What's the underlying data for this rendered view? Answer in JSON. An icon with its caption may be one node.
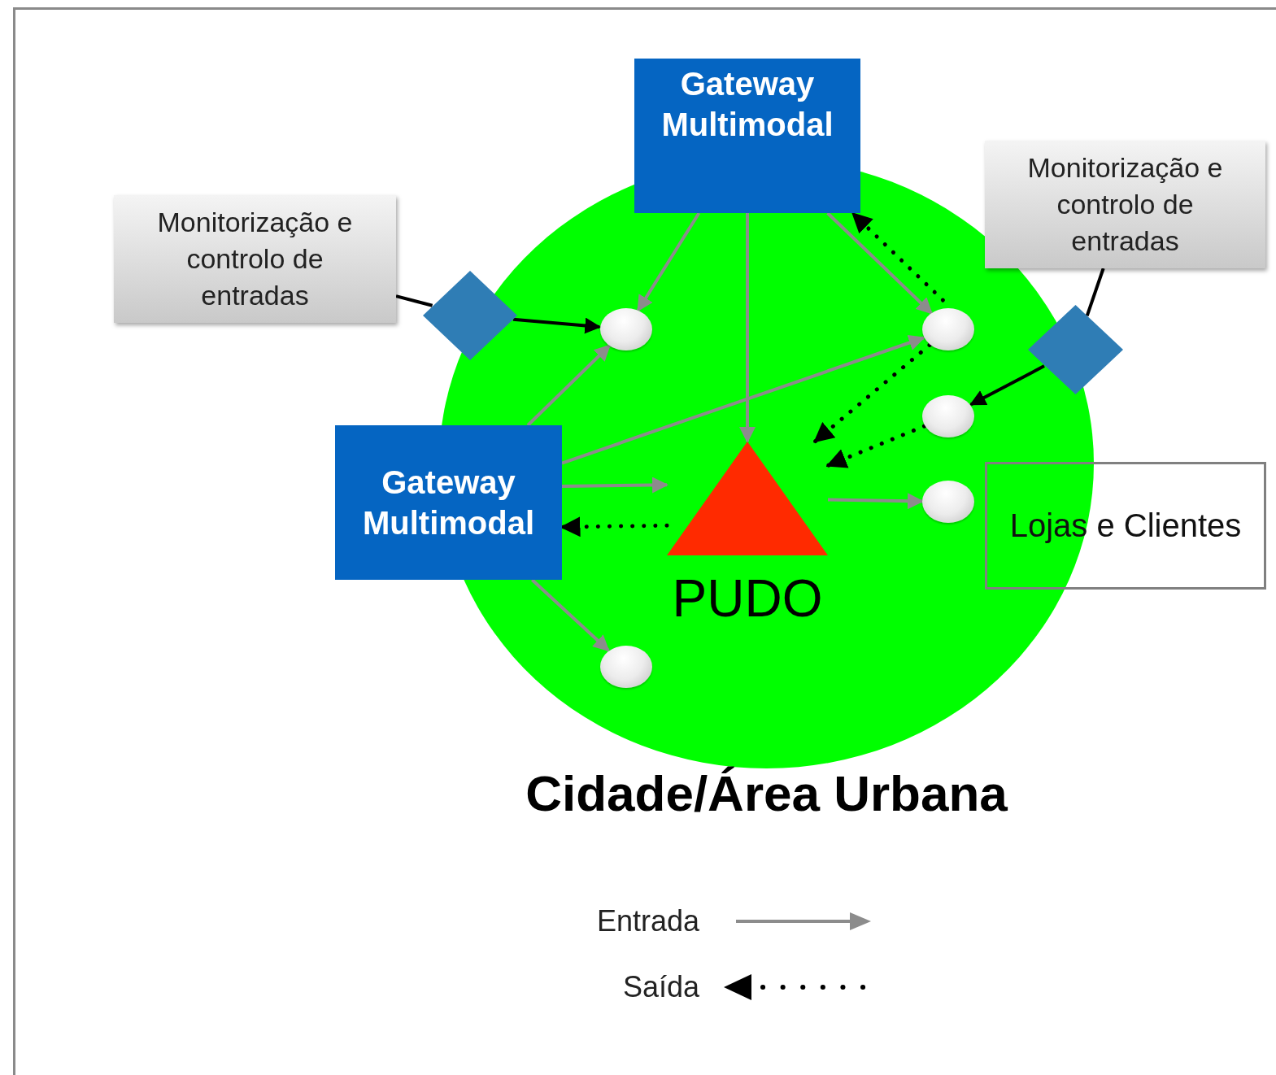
{
  "diagram": {
    "nodes": [
      {
        "text": [
          "Cidade/Área Urbana"
        ]
      },
      {
        "text": [
          "Gateway Multimodal"
        ]
      },
      {
        "text": [
          "Gateway Multimodal"
        ]
      },
      {
        "text": [
          "Monitorização e controlo de entradas"
        ]
      },
      {
        "text": [
          "Monitorização e controlo de entradas"
        ]
      },
      {
        "text": [],
        "shape": "diamond"
      },
      {
        "text": [],
        "shape": "diamond"
      },
      {
        "text": [
          "PUDO"
        ],
        "in": 0
      },
      {
        "text": [
          "Lojas e Clientes"
        ]
      },
      {
        "text": [],
        "shape": "ellipse",
        "in": 0
      },
      {
        "text": [],
        "shape": "ellipse",
        "in": 0
      },
      {
        "text": [],
        "shape": "ellipse",
        "in": 0
      },
      {
        "text": [],
        "shape": "ellipse",
        "in": 0
      },
      {
        "text": [],
        "shape": "ellipse",
        "in": 0
      }
    ],
    "edges": [
      {
        "from": 1,
        "to": 9,
        "arrow": "to"
      },
      {
        "from": 1,
        "to": 7,
        "arrow": "to"
      },
      {
        "from": 1,
        "to": 10,
        "arrow": "to"
      },
      {
        "from": 10,
        "to": 1,
        "arrow": "to",
        "style": "dashed",
        "color": "#000000"
      },
      {
        "from": 3,
        "to": 5,
        "arrow": "none",
        "color": "#000000"
      },
      {
        "from": 5,
        "to": 9,
        "arrow": "to",
        "color": "#000000"
      },
      {
        "from": 4,
        "to": 6,
        "arrow": "none",
        "color": "#000000"
      },
      {
        "from": 6,
        "to": 11,
        "arrow": "to",
        "color": "#000000"
      },
      {
        "from": 2,
        "to": 9,
        "arrow": "to"
      },
      {
        "from": 2,
        "to": 10,
        "arrow": "to"
      },
      {
        "from": 10,
        "to": 7,
        "arrow": "to",
        "style": "dashed",
        "color": "#000000"
      },
      {
        "from": 11,
        "to": 7,
        "arrow": "to",
        "style": "dashed",
        "color": "#000000"
      },
      {
        "from": 2,
        "to": 7,
        "arrow": "to"
      },
      {
        "from": 7,
        "to": 12,
        "arrow": "to"
      },
      {
        "from": 7,
        "to": 2,
        "arrow": "to",
        "style": "dashed",
        "color": "#000000"
      },
      {
        "from": 2,
        "to": 13,
        "arrow": "to"
      }
    ],
    "legend": [
      {
        "text": "Entrada"
      },
      {
        "text": "Saída"
      }
    ]
  }
}
